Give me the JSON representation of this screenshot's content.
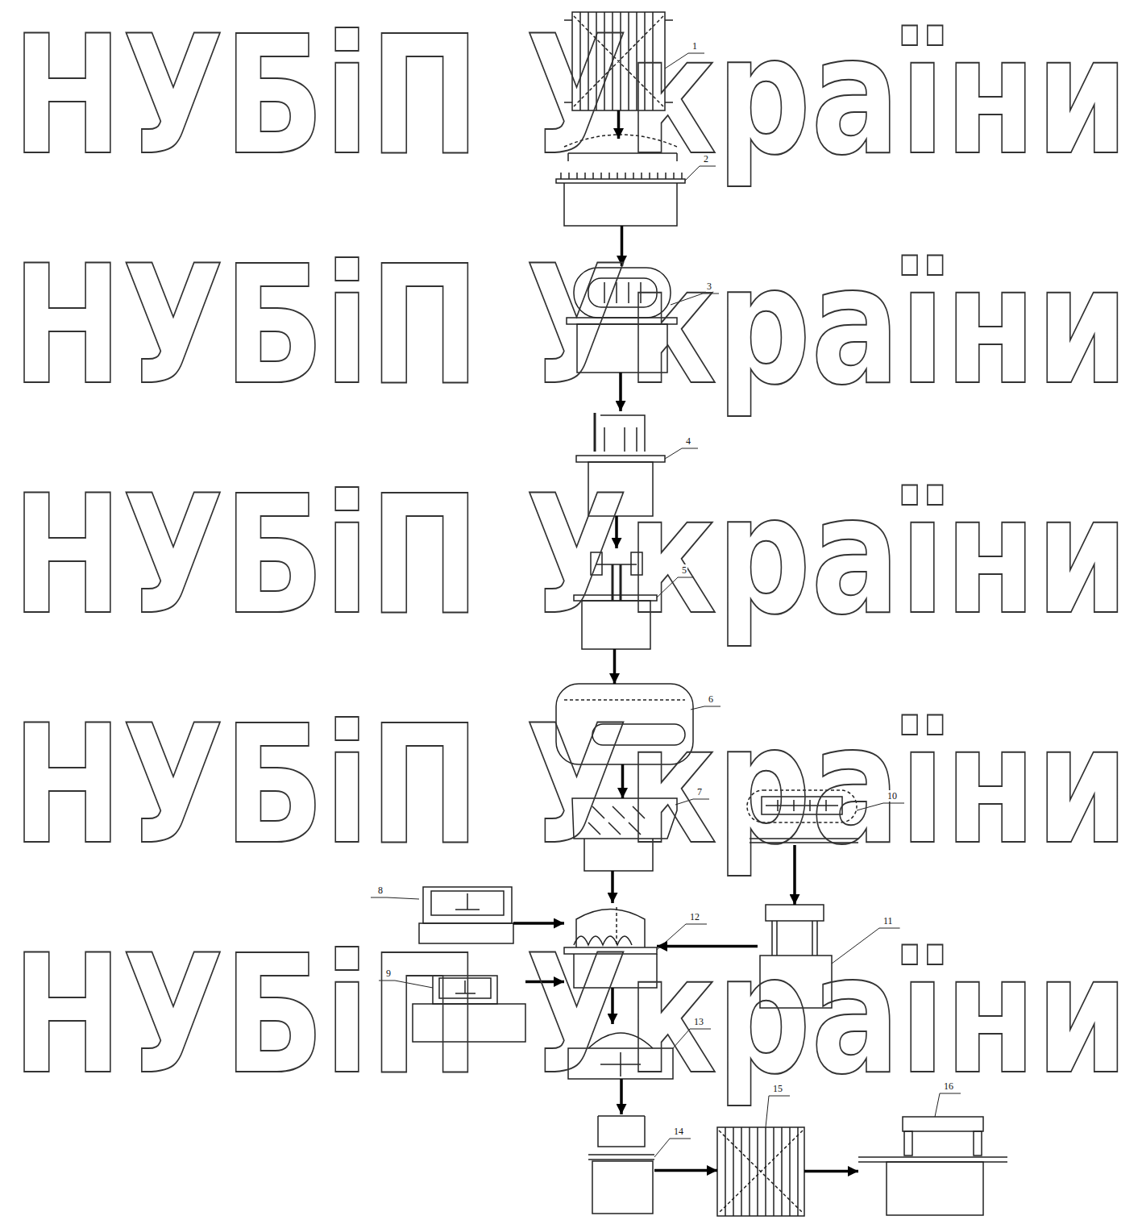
{
  "diagram": {
    "nodes": [
      {
        "text": [
          "1"
        ]
      },
      {
        "text": [
          "2"
        ]
      },
      {
        "text": [
          "3"
        ]
      },
      {
        "text": [
          "4"
        ]
      },
      {
        "text": [
          "5"
        ]
      },
      {
        "text": [
          "6"
        ]
      },
      {
        "text": [
          "7"
        ]
      },
      {
        "text": [
          "8"
        ]
      },
      {
        "text": [
          "9"
        ]
      },
      {
        "text": [
          "10"
        ]
      },
      {
        "text": [
          "11"
        ]
      },
      {
        "text": [
          "12"
        ]
      },
      {
        "text": [
          "13"
        ]
      },
      {
        "text": [
          "14"
        ]
      },
      {
        "text": [
          "15"
        ]
      },
      {
        "text": [
          "16"
        ]
      }
    ],
    "edges": [
      {
        "from": 0,
        "to": 1,
        "arrow": "to"
      },
      {
        "from": 1,
        "to": 2,
        "arrow": "to"
      },
      {
        "from": 2,
        "to": 3,
        "arrow": "to"
      },
      {
        "from": 3,
        "to": 4,
        "arrow": "to"
      },
      {
        "from": 4,
        "to": 5,
        "arrow": "to"
      },
      {
        "from": 5,
        "to": 6,
        "arrow": "to"
      },
      {
        "from": 6,
        "to": 11,
        "arrow": "to"
      },
      {
        "from": 7,
        "to": 11,
        "arrow": "to"
      },
      {
        "from": 8,
        "to": 11,
        "arrow": "to"
      },
      {
        "from": 9,
        "to": 10,
        "arrow": "to"
      },
      {
        "from": 10,
        "to": 11,
        "arrow": "to"
      },
      {
        "from": 11,
        "to": 12,
        "arrow": "to"
      },
      {
        "from": 12,
        "to": 13,
        "arrow": "to"
      },
      {
        "from": 13,
        "to": 14,
        "arrow": "to"
      },
      {
        "from": 14,
        "to": 15,
        "arrow": "to"
      }
    ],
    "labels": [
      "НУБіП України",
      "НУБіП України",
      "НУБіП України",
      "НУБіП України",
      "НУБіП України"
    ]
  }
}
